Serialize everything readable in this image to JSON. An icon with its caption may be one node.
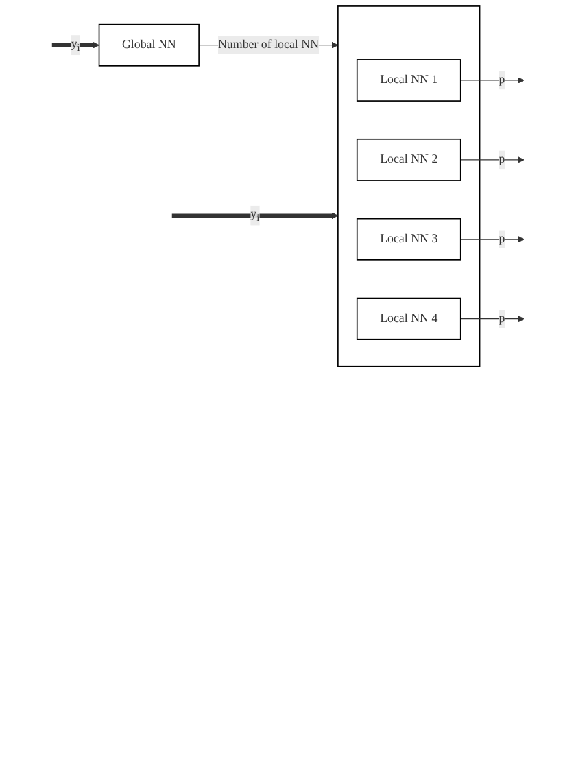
{
  "diagram": {
    "nodes": [
      {
        "text": [
          "Global NN"
        ]
      },
      {
        "text": [],
        "shape": "box"
      },
      {
        "text": [
          "Local NN 1"
        ],
        "in": 1
      },
      {
        "text": [
          "Local NN 2"
        ],
        "in": 1
      },
      {
        "text": [
          "Local NN 3"
        ],
        "in": 1
      },
      {
        "text": [
          "Local NN 4"
        ],
        "in": 1
      }
    ],
    "edges": [
      {
        "from": null,
        "to": 0,
        "arrow": "to",
        "label": "y$_{i}$",
        "style": "thick"
      },
      {
        "from": 0,
        "to": 1,
        "arrow": "to",
        "label": "Number of local NN"
      },
      {
        "from": null,
        "to": 1,
        "arrow": "to",
        "label": "y$_{i}$",
        "style": "thick"
      },
      {
        "from": 2,
        "to": null,
        "arrow": "to",
        "label": "p"
      },
      {
        "from": 3,
        "to": null,
        "arrow": "to",
        "label": "p"
      },
      {
        "from": 4,
        "to": null,
        "arrow": "to",
        "label": "p"
      },
      {
        "from": 5,
        "to": null,
        "arrow": "to",
        "label": "p"
      }
    ]
  }
}
